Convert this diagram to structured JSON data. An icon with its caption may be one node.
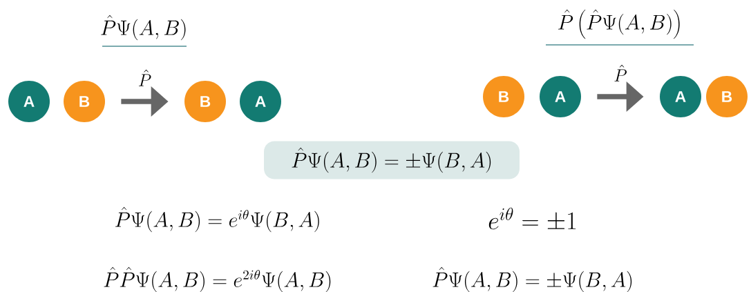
{
  "diagram": {
    "nodes": [
      {
        "text": [
          "A"
        ]
      },
      {
        "text": [
          "B"
        ]
      },
      {
        "text": [
          "B"
        ]
      },
      {
        "text": [
          "A"
        ]
      },
      {
        "text": [
          "B"
        ]
      },
      {
        "text": [
          "A"
        ]
      },
      {
        "text": [
          "A"
        ]
      },
      {
        "text": [
          "B"
        ]
      },
      {
        "text": [
          "\\hat{P}\\Psi(A,B)=\\pm\\Psi(B,A)"
        ]
      }
    ],
    "edges": [
      {
        "from": 1,
        "to": 2,
        "arrow": "to",
        "label": "\\hat{P}"
      },
      {
        "from": 5,
        "to": 6,
        "arrow": "to",
        "label": "\\hat{P}"
      }
    ],
    "labels": [
      "\\hat{P}\\Psi(A,B)",
      "\\hat{P}\\left(\\hat{P}\\Psi(A,B)\\right)",
      "\\hat{P}\\Psi(A,B)=e^{i\\theta}\\Psi(B,A)",
      "e^{i\\theta}=\\pm 1",
      "\\hat{P}\\hat{P}\\Psi(A,B)=e^{2i\\theta}\\Psi(A,B)",
      "\\hat{P}\\Psi(A,B)=\\pm\\Psi(B,A)"
    ]
  }
}
